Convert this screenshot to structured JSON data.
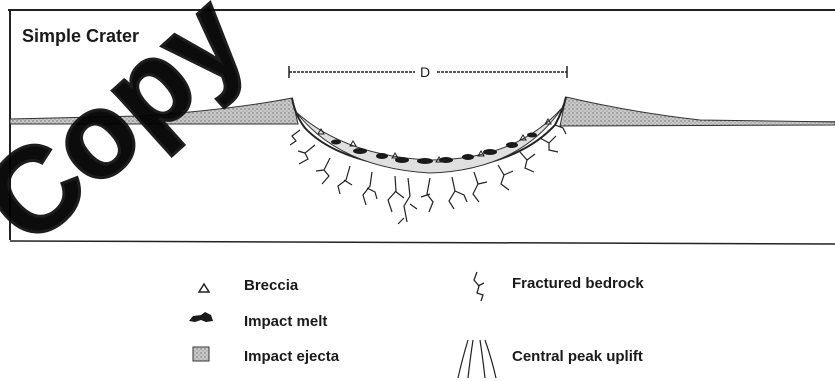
{
  "title": "Simple Crater",
  "diameter_label": "D",
  "legend": [
    {
      "symbol": "breccia-icon",
      "label": "Breccia"
    },
    {
      "symbol": "impact-melt-icon",
      "label": "Impact melt"
    },
    {
      "symbol": "impact-ejecta-icon",
      "label": "Impact ejecta"
    },
    {
      "symbol": "fractured-bedrock-icon",
      "label": "Fractured bedrock"
    },
    {
      "symbol": "central-peak-uplift-icon",
      "label": "Central peak uplift"
    }
  ],
  "watermark": "Copy",
  "colors": {
    "ink": "#1a1a1a",
    "ejecta_fill": "#b8b8b8",
    "background": "#ffffff"
  }
}
